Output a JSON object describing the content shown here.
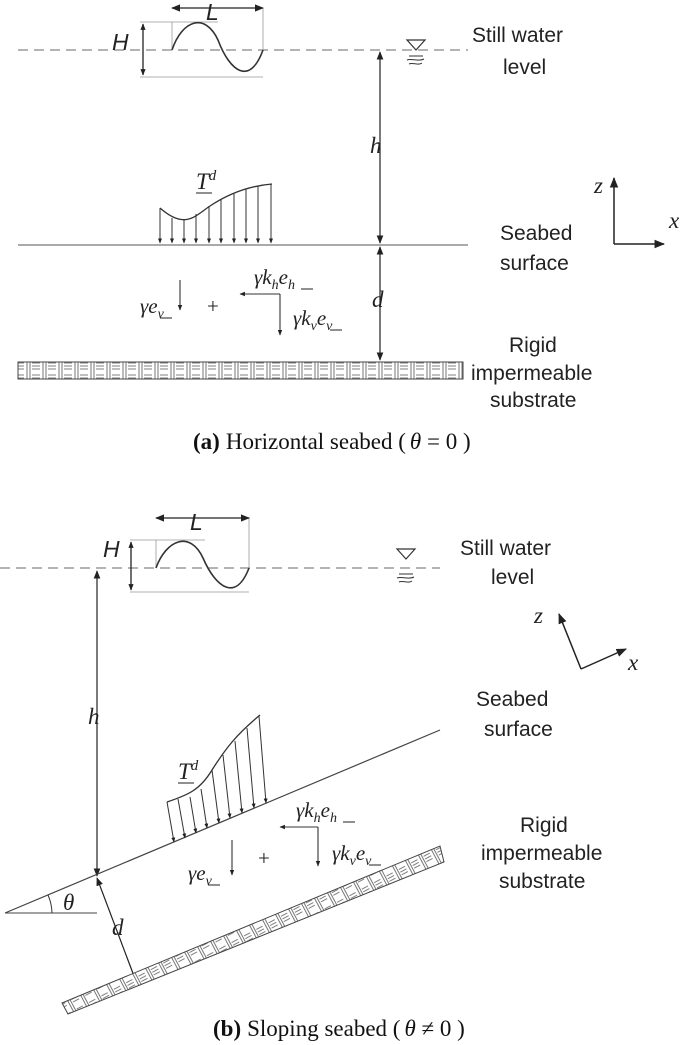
{
  "panel_a": {
    "wave_length_symbol": "L",
    "wave_height_symbol": "H",
    "water_depth_symbol": "h",
    "soil_depth_symbol": "d",
    "traction_symbol": "T",
    "traction_superscript": "d",
    "still_water_line1": "Still water",
    "still_water_line2": "level",
    "seabed_line1": "Seabed",
    "seabed_line2": "surface",
    "substrate_line1": "Rigid",
    "substrate_line2": "impermeable",
    "substrate_line3": "substrate",
    "axis_z": "z",
    "axis_x": "x",
    "gravity_label": "γe",
    "gravity_sub": "v",
    "plus": "+",
    "kh_label": "γk",
    "kh_sub": "h",
    "kh_e": "e",
    "kh_e_sub": "h",
    "kv_label": "γk",
    "kv_sub": "v",
    "kv_e": "e",
    "kv_e_sub": "v",
    "caption_bold": "(a)",
    "caption_text": "Horizontal seabed (",
    "caption_theta": "θ",
    "caption_rel": " = 0 )"
  },
  "panel_b": {
    "wave_length_symbol": "L",
    "wave_height_symbol": "H",
    "water_depth_symbol": "h",
    "soil_depth_symbol": "d",
    "slope_symbol": "θ",
    "traction_symbol": "T",
    "traction_superscript": "d",
    "still_water_line1": "Still water",
    "still_water_line2": "level",
    "seabed_line1": "Seabed",
    "seabed_line2": "surface",
    "substrate_line1": "Rigid",
    "substrate_line2": "impermeable",
    "substrate_line3": "substrate",
    "axis_z": "z",
    "axis_x": "x",
    "gravity_label": "γe",
    "gravity_sub": "v",
    "plus": "+",
    "kh_label": "γk",
    "kh_sub": "h",
    "kh_e": "e",
    "kh_e_sub": "h",
    "kv_label": "γk",
    "kv_sub": "v",
    "kv_e": "e",
    "kv_e_sub": "v",
    "caption_bold": "(b)",
    "caption_text": "Sloping seabed (",
    "caption_theta": "θ",
    "caption_rel": " ≠ 0 )"
  },
  "colors": {
    "ink": "#222222",
    "dashed_water": "#888888",
    "wave_box": "#aaaaaa"
  }
}
